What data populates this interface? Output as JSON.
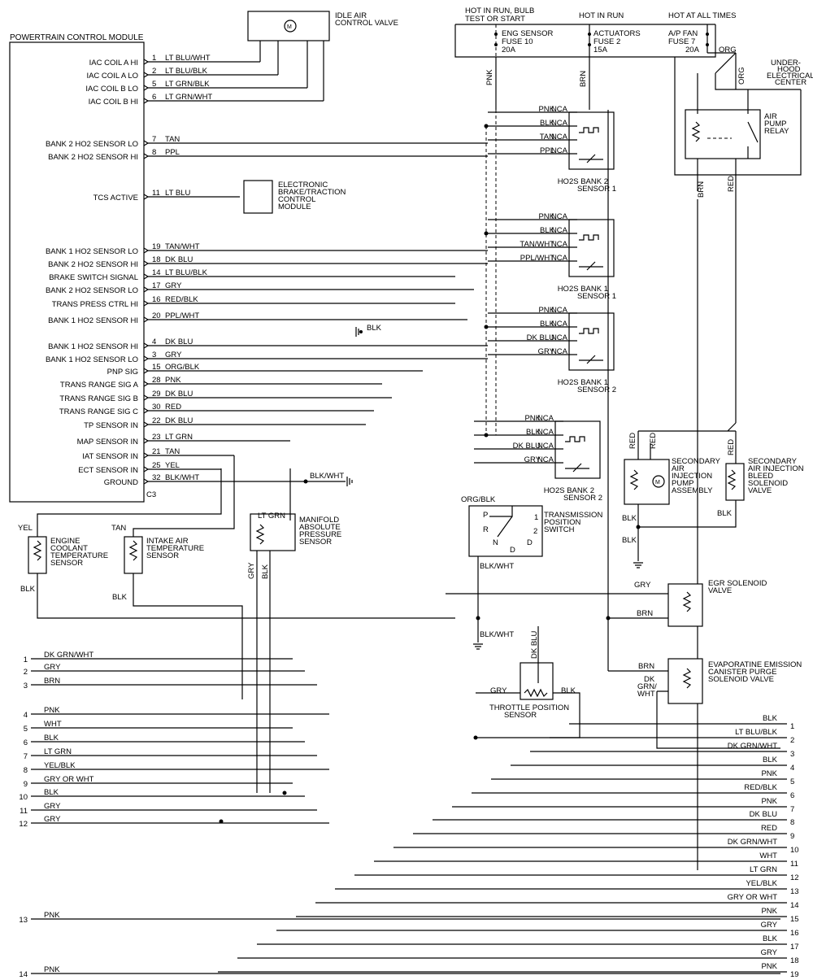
{
  "pcm": {
    "title": "POWERTRAIN CONTROL MODULE",
    "connector": "C3",
    "pins": [
      {
        "label": "IAC COIL A HI",
        "num": "1",
        "wire": "LT BLU/WHT"
      },
      {
        "label": "IAC COIL A LO",
        "num": "2",
        "wire": "LT BLU/BLK"
      },
      {
        "label": "IAC COIL B LO",
        "num": "5",
        "wire": "LT GRN/BLK"
      },
      {
        "label": "IAC COIL B HI",
        "num": "6",
        "wire": "LT GRN/WHT"
      },
      {
        "label": "BANK 2 HO2 SENSOR LO",
        "num": "7",
        "wire": "TAN"
      },
      {
        "label": "BANK 2 HO2 SENSOR HI",
        "num": "8",
        "wire": "PPL"
      },
      {
        "label": "TCS ACTIVE",
        "num": "11",
        "wire": "LT BLU"
      },
      {
        "label": "BANK 1 HO2 SENSOR LO",
        "num": "19",
        "wire": "TAN/WHT"
      },
      {
        "label": "BANK 2 HO2 SENSOR HI",
        "num": "18",
        "wire": "DK BLU"
      },
      {
        "label": "BRAKE SWITCH SIGNAL",
        "num": "14",
        "wire": "LT BLU/BLK"
      },
      {
        "label": "BANK 2 HO2 SENSOR LO",
        "num": "17",
        "wire": "GRY"
      },
      {
        "label": "TRANS PRESS CTRL HI",
        "num": "16",
        "wire": "RED/BLK"
      },
      {
        "label": "BANK 1 HO2 SENSOR HI",
        "num": "20",
        "wire": "PPL/WHT"
      },
      {
        "label": "BANK 1 HO2 SENSOR HI",
        "num": "4",
        "wire": "DK BLU"
      },
      {
        "label": "BANK 1 HO2 SENSOR LO",
        "num": "3",
        "wire": "GRY"
      },
      {
        "label": "PNP SIG",
        "num": "15",
        "wire": "ORG/BLK"
      },
      {
        "label": "TRANS RANGE SIG A",
        "num": "28",
        "wire": "PNK"
      },
      {
        "label": "TRANS RANGE SIG B",
        "num": "29",
        "wire": "DK BLU"
      },
      {
        "label": "TRANS RANGE SIG C",
        "num": "30",
        "wire": "RED"
      },
      {
        "label": "TP SENSOR IN",
        "num": "22",
        "wire": "DK BLU"
      },
      {
        "label": "MAP SENSOR IN",
        "num": "23",
        "wire": "LT GRN"
      },
      {
        "label": "IAT SENSOR IN",
        "num": "21",
        "wire": "TAN"
      },
      {
        "label": "ECT SENSOR IN",
        "num": "25",
        "wire": "YEL"
      },
      {
        "label": "GROUND",
        "num": "32",
        "wire": "BLK/WHT"
      }
    ]
  },
  "components": {
    "iac": [
      "IDLE AIR",
      "CONTROL VALVE"
    ],
    "ebtcm": [
      "ELECTRONIC",
      "BRAKE/TRACTION",
      "CONTROL",
      "MODULE"
    ],
    "ho2s_b2s1": [
      "HO2S BANK 2",
      "SENSOR 1"
    ],
    "ho2s_b1s1": [
      "HO2S BANK 1",
      "SENSOR 1"
    ],
    "ho2s_b1s2": [
      "HO2S BANK 1",
      "SENSOR 2"
    ],
    "ho2s_b2s2": [
      "HO2S BANK 2",
      "SENSOR 2"
    ],
    "ect": [
      "ENGINE",
      "COOLANT",
      "TEMPERATURE",
      "SENSOR"
    ],
    "iat": [
      "INTAKE AIR",
      "TEMPERATURE",
      "SENSOR"
    ],
    "map": [
      "MANIFOLD",
      "ABSOLUTE",
      "PRESSURE",
      "SENSOR"
    ],
    "tps": [
      "THROTTLE POSITION",
      "SENSOR"
    ],
    "trans_switch": [
      "TRANSMISSION",
      "POSITION",
      "SWITCH"
    ],
    "air_relay": [
      "AIR",
      "PUMP",
      "RELAY"
    ],
    "underhood": [
      "UNDER-",
      "HOOD",
      "ELECTRICAL",
      "CENTER"
    ],
    "air_pump": [
      "SECONDARY",
      "AIR",
      "INJECTION",
      "PUMP",
      "ASSEMBLY"
    ],
    "bleed_valve": [
      "SECONDARY",
      "AIR INJECTION",
      "BLEED",
      "SOLENOID",
      "VALVE"
    ],
    "egr": [
      "EGR SOLENOID",
      "VALVE"
    ],
    "evap": [
      "EVAPORATINE EMISSION",
      "CANISTER PURGE",
      "SOLENOID VALVE"
    ]
  },
  "power": {
    "hot_run_start": [
      "HOT IN RUN, BULB",
      "TEST OR START"
    ],
    "hot_run": "HOT IN RUN",
    "hot_all": "HOT AT ALL TIMES",
    "fuse1": [
      "ENG SENSOR",
      "FUSE 10",
      "20A"
    ],
    "fuse2": [
      "ACTUATORS",
      "FUSE 2",
      "15A"
    ],
    "fuse3": [
      "A/P FAN",
      "FUSE 7",
      "20A"
    ]
  },
  "labels": {
    "nca": "NCA",
    "pnk": "PNK",
    "blk": "BLK",
    "tan": "TAN",
    "ppl": "PPL",
    "tanwht": "TAN/WHT",
    "pplwht": "PPL/WHT",
    "dkblu": "DK BLU",
    "gry": "GRY",
    "brn": "BRN",
    "org": "ORG",
    "red": "RED",
    "yel": "YEL",
    "ltgrn": "LT GRN",
    "blkwht": "BLK/WHT",
    "orgblk": "ORG/BLK",
    "dkgrnwht": [
      "DK",
      "GRN/",
      "WHT"
    ],
    "trans_p": "P",
    "trans_r": "R",
    "trans_n": "N",
    "trans_d": "D",
    "trans_d4": "D",
    "trans_1": "1",
    "trans_2": "2"
  },
  "left_connector": [
    {
      "num": "1",
      "wire": "DK GRN/WHT"
    },
    {
      "num": "2",
      "wire": "GRY"
    },
    {
      "num": "3",
      "wire": "BRN"
    },
    {
      "num": "4",
      "wire": "PNK"
    },
    {
      "num": "5",
      "wire": "WHT"
    },
    {
      "num": "6",
      "wire": "BLK"
    },
    {
      "num": "7",
      "wire": "LT GRN"
    },
    {
      "num": "8",
      "wire": "YEL/BLK"
    },
    {
      "num": "9",
      "wire": "GRY OR WHT"
    },
    {
      "num": "10",
      "wire": "BLK"
    },
    {
      "num": "11",
      "wire": "GRY"
    },
    {
      "num": "12",
      "wire": "GRY"
    },
    {
      "num": "13",
      "wire": "PNK"
    },
    {
      "num": "14",
      "wire": "PNK"
    }
  ],
  "right_connector": [
    {
      "num": "1",
      "wire": "BLK"
    },
    {
      "num": "2",
      "wire": "LT BLU/BLK"
    },
    {
      "num": "3",
      "wire": "DK GRN/WHT"
    },
    {
      "num": "4",
      "wire": "BLK"
    },
    {
      "num": "5",
      "wire": "PNK"
    },
    {
      "num": "6",
      "wire": "RED/BLK"
    },
    {
      "num": "7",
      "wire": "PNK"
    },
    {
      "num": "8",
      "wire": "DK BLU"
    },
    {
      "num": "9",
      "wire": "RED"
    },
    {
      "num": "10",
      "wire": "DK GRN/WHT"
    },
    {
      "num": "11",
      "wire": "WHT"
    },
    {
      "num": "12",
      "wire": "LT GRN"
    },
    {
      "num": "13",
      "wire": "YEL/BLK"
    },
    {
      "num": "14",
      "wire": "GRY OR WHT"
    },
    {
      "num": "15",
      "wire": "PNK"
    },
    {
      "num": "16",
      "wire": "GRY"
    },
    {
      "num": "17",
      "wire": "BLK"
    },
    {
      "num": "18",
      "wire": "GRY"
    },
    {
      "num": "19",
      "wire": "PNK"
    }
  ]
}
